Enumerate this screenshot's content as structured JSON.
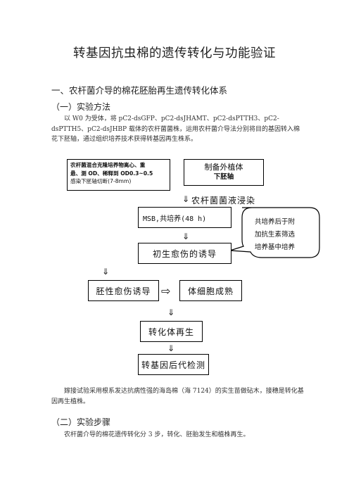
{
  "doc": {
    "title": "转基因抗虫棉的遗传转化与功能验证",
    "section1": "一、农杆菌介导的棉花胚胎再生遗传转化体系",
    "sub1": "（一）实验方法",
    "para1": "以 W0 为受体，将 pC2-dsGFP、pC2-dsJHAMT、pC2-dsPTTH3、pC2-dsPTTH5、pC2-dsJHBP 载体的农杆菌菌株，运用农杆菌介导法分别将目的基因转入棉花下胚轴，通过组织培养技术获得转基因再生株系。",
    "para2": "嫁接试验采用根系发达抗病性强的海岛棉（海 7124）的实生苗做砧木，接穗是转化基因再生植株。",
    "sub2": "（二）实验步骤",
    "para3": "农杆菌介导的棉花遗传转化分 3 步，转化、胚胎发生和植株再生。"
  },
  "flow": {
    "box1": [
      "农杆菌混合克隆培养物离心、重",
      "悬、测 OD、稀释到 OD0.3~0.5",
      "感染下胚轴切断(7-8mm)"
    ],
    "box2_line1": "制备外植体",
    "box2_line2": "下胚轴",
    "arrow1_label": "农杆菌菌液浸染",
    "box3": "MSB,共培养(48 h)",
    "callout": [
      "共培养后于附",
      "加抗生素筛选",
      "培养基中培养"
    ],
    "box4": "初生愈伤的诱导",
    "box5": "胚性愈伤诱导",
    "box6": "体细胞成熟",
    "box7": "转化体再生",
    "box8": "转基因后代检测",
    "arrow_glyph": "⇓",
    "right_arrow_glyph": "⇨"
  }
}
